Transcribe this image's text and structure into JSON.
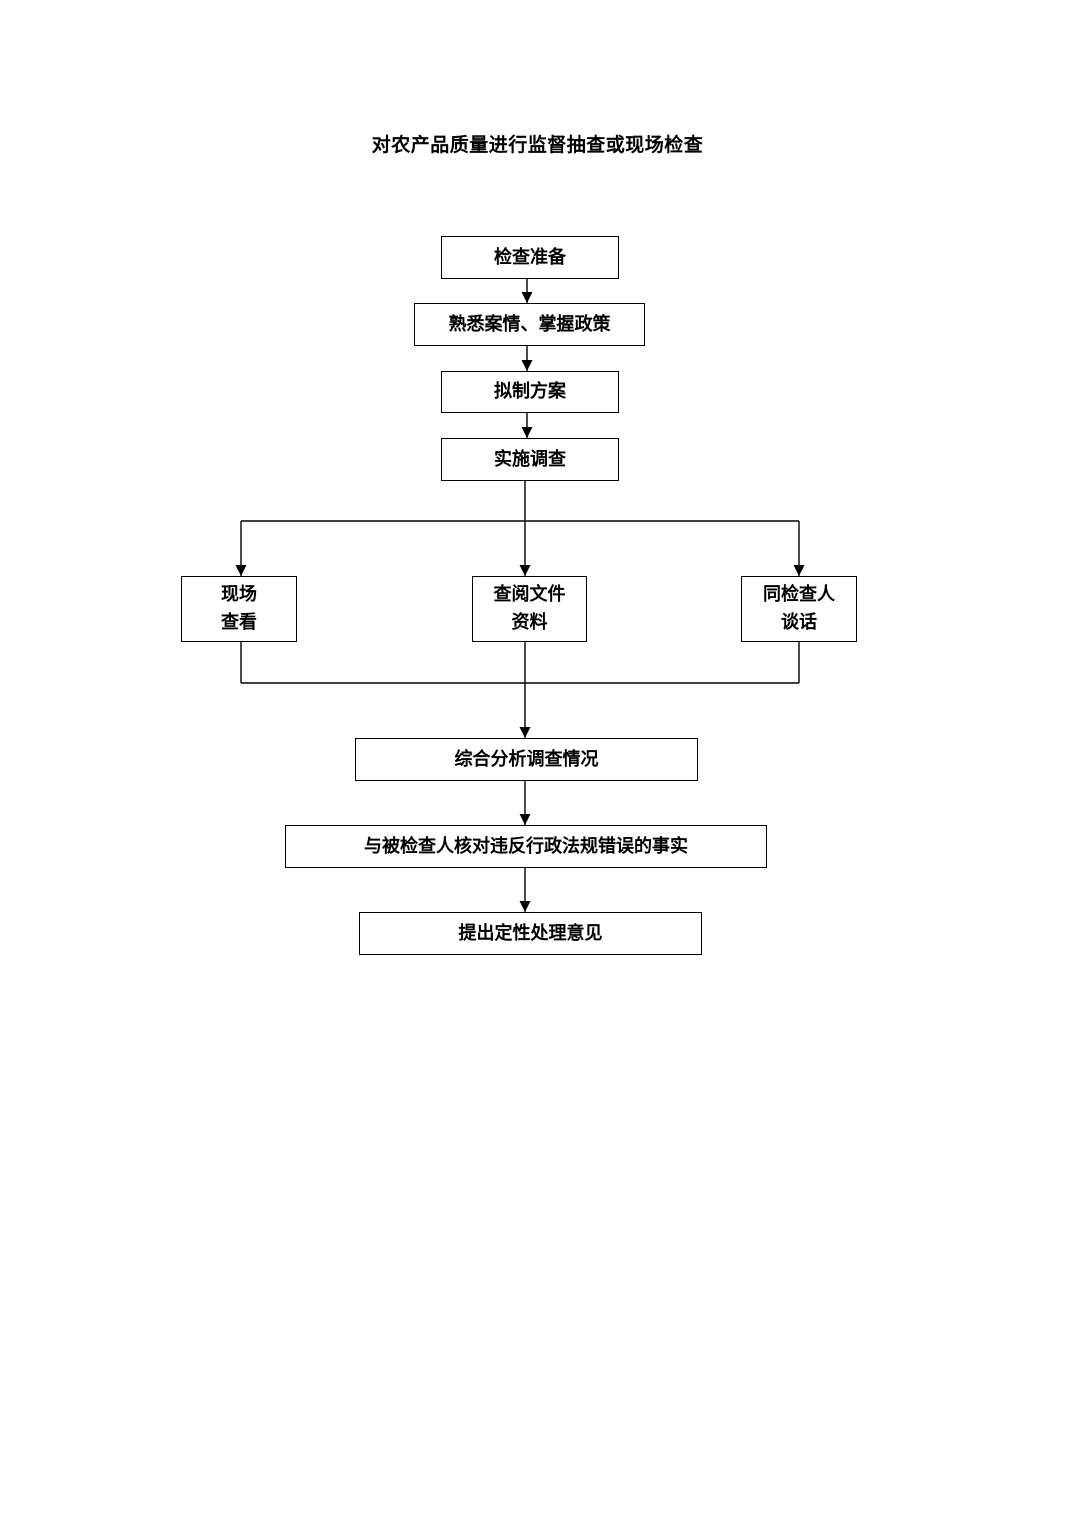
{
  "title": "对农产品质量进行监督抽查或现场检查",
  "steps": {
    "prepare": "检查准备",
    "familiarize": "熟悉案情、掌握政策",
    "plan": "拟制方案",
    "investigate": "实施调查"
  },
  "branches": {
    "site": {
      "line1": "现场",
      "line2": "查看"
    },
    "documents": {
      "line1": "查阅文件",
      "line2": "资料"
    },
    "interview": {
      "line1": "同检查人",
      "line2": "谈话"
    }
  },
  "final_steps": {
    "analyze": "综合分析调查情况",
    "verify": "与被检查人核对违反行政法规错误的事实",
    "propose": "提出定性处理意见"
  }
}
